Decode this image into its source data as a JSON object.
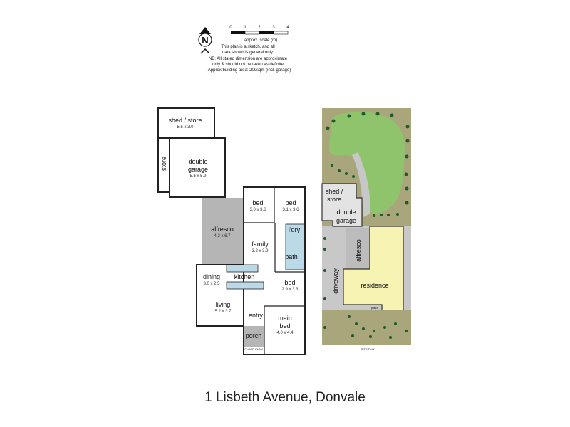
{
  "legend": {
    "north": "N",
    "scale_ticks": [
      "0",
      "1",
      "2",
      "3",
      "4"
    ],
    "scale_label": "approx. scale (m)",
    "notes": [
      "This plan is a sketch, and all",
      "data shown is general only.",
      "NB: All stated dimension are approximate",
      "only & should not be taken as definite",
      "Approx building area: 209sqm (incl. garage)"
    ]
  },
  "floor_plan": {
    "caption": "FLOOR PLAN",
    "rooms": {
      "shed": {
        "name": "shed / store",
        "dims": "5.5 x 3.0"
      },
      "store": {
        "name": "store"
      },
      "garage": {
        "name1": "double",
        "name2": "garage",
        "dims": "5.5 x 5.9"
      },
      "alfresco": {
        "name": "alfresco",
        "dims": "4.2 x 6.7"
      },
      "bed1": {
        "name": "bed",
        "dims": "3.0 x 3.6"
      },
      "bed2": {
        "name": "bed",
        "dims": "3.1 x 3.6"
      },
      "laundry": {
        "name": "l'dry"
      },
      "family": {
        "name": "family",
        "dims": "3.2 x 3.9"
      },
      "bath": {
        "name": "bath"
      },
      "dining": {
        "name": "dining",
        "dims": "3.0 x 2.5"
      },
      "kitchen": {
        "name": "kitchen"
      },
      "bed3": {
        "name": "bed",
        "dims": "2.9 x 3.3"
      },
      "living": {
        "name": "living",
        "dims": "5.2 x 3.7"
      },
      "entry": {
        "name": "entry"
      },
      "main_bed": {
        "name1": "main",
        "name2": "bed",
        "dims": "4.0 x 4.4"
      },
      "porch": {
        "name": "porch"
      }
    }
  },
  "site_plan": {
    "caption": "SITE PLAN",
    "labels": {
      "shed1": "shed /",
      "shed2": "store",
      "garage1": "double",
      "garage2": "garage",
      "alfresco": "alfresco",
      "driveway": "driveway",
      "residence": "residence",
      "porch": "porch"
    }
  },
  "title": "1 Lisbeth Avenue, Donvale"
}
